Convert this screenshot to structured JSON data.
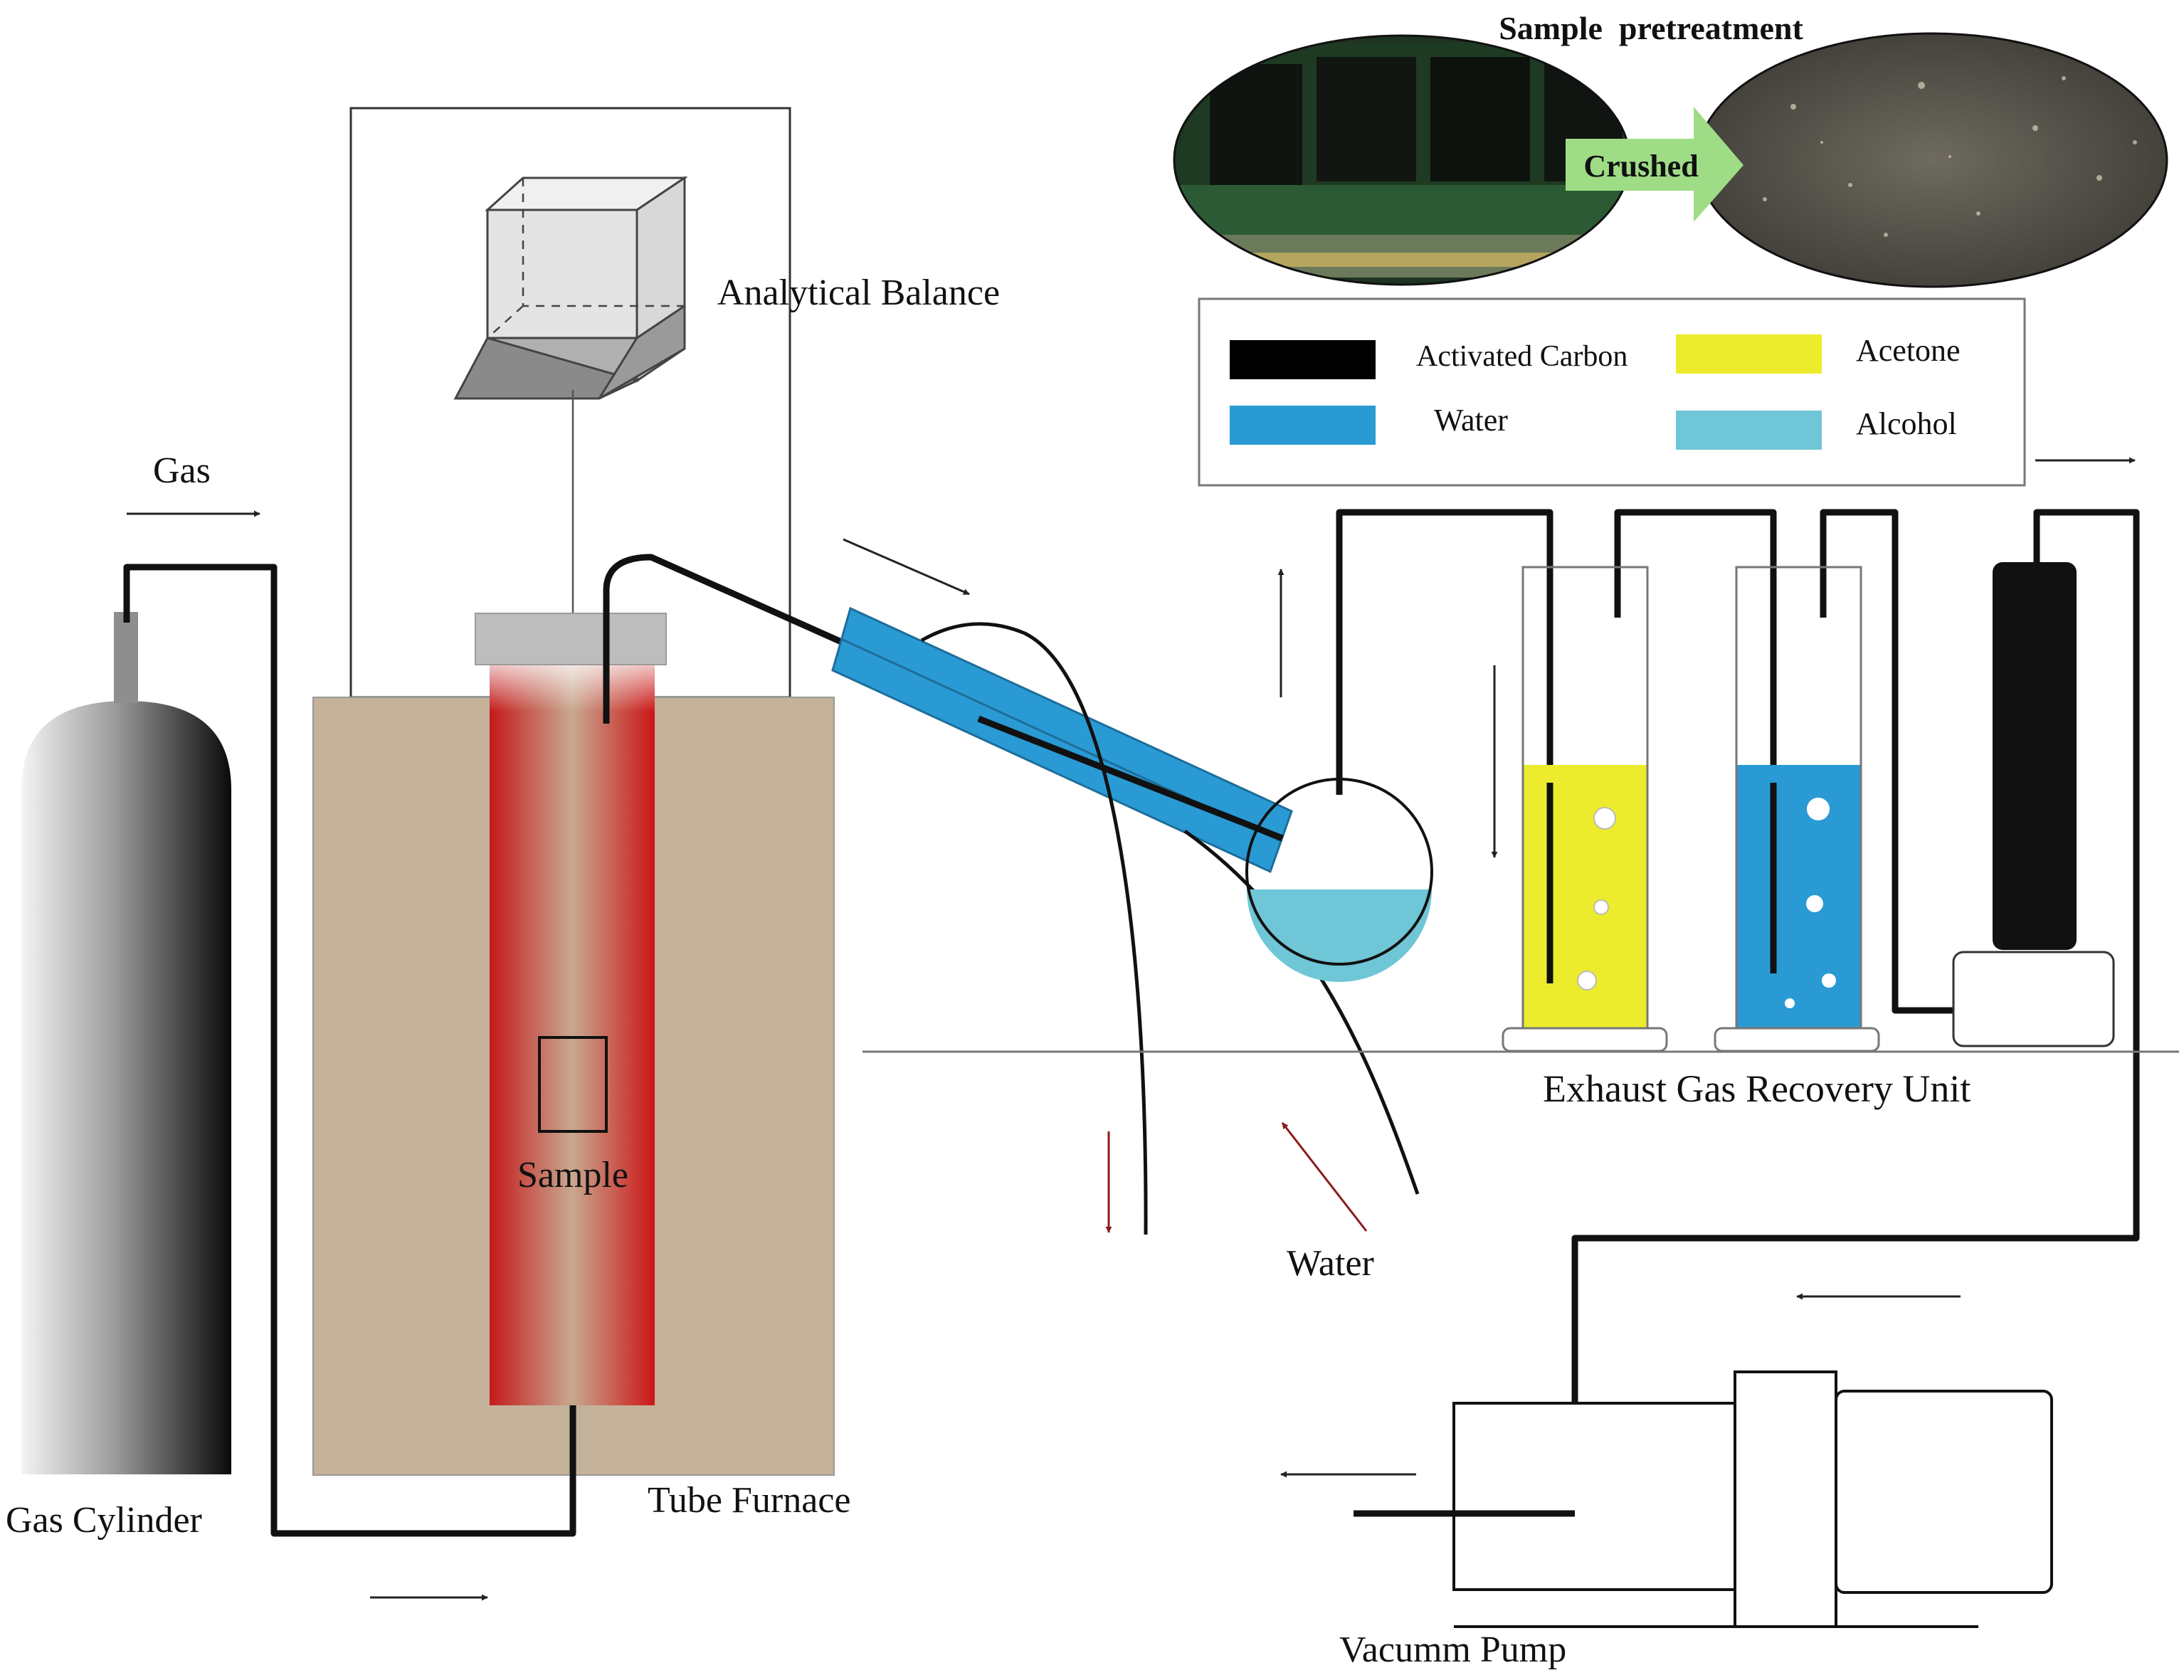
{
  "labels": {
    "sample_pretreatment": "Sample  pretreatment",
    "crushed": "Crushed",
    "analytical_balance": "Analytical Balance",
    "gas": "Gas",
    "gas_cylinder": "Gas Cylinder",
    "tube_furnace": "Tube Furnace",
    "sample": "Sample",
    "water_condenser": "Water",
    "exhaust_unit": "Exhaust Gas Recovery Unit",
    "vacuum_pump": "Vacumm Pump"
  },
  "legend": {
    "items": [
      {
        "label": "Activated Carbon",
        "color": "#000000"
      },
      {
        "label": "Acetone",
        "color": "#ecec2c"
      },
      {
        "label": "Water",
        "color": "#2a9ad4"
      },
      {
        "label": "Alcohol",
        "color": "#6fc6d6"
      }
    ]
  },
  "colors": {
    "furnace_body": "#c4b29a",
    "tube_red": "#cc1e1e",
    "condenser_blue": "#2a9ad4",
    "arrow_brown": "#8b1c1c",
    "crushed_arrow": "#9fdc86"
  }
}
